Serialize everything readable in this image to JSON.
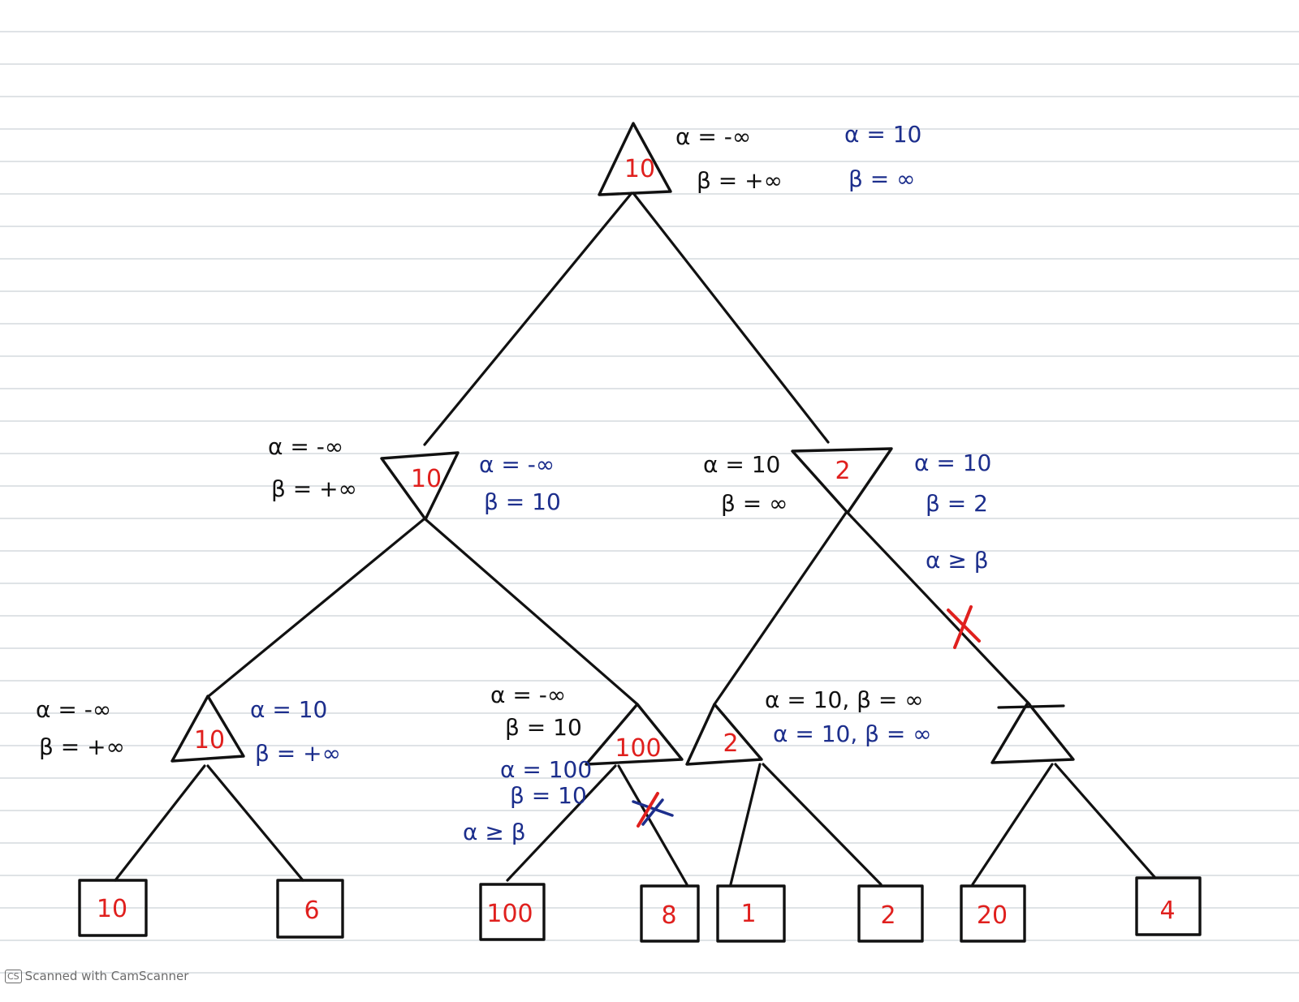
{
  "tree": {
    "root": {
      "value": "10",
      "alpha1": "α = -∞",
      "beta1": "β = +∞",
      "alpha2": "α = 10",
      "beta2": "β = ∞"
    },
    "min_left": {
      "value": "10",
      "alpha1": "α = -∞",
      "beta1": "β = +∞",
      "alpha2": "α = -∞",
      "beta2": "β = 10"
    },
    "min_right": {
      "value": "2",
      "alpha1": "α = 10",
      "beta1": "β = ∞",
      "alpha2": "α = 10",
      "beta2": "β = 2",
      "condition": "α ≥ β"
    },
    "max_1": {
      "value": "10",
      "alpha1": "α = -∞",
      "beta1": "β = +∞",
      "alpha2": "α = 10",
      "beta2": "β = +∞"
    },
    "max_2": {
      "value": "100",
      "alpha1": "α = -∞",
      "beta1": "β = 10",
      "alpha2": "α = 100",
      "beta2": "β = 10",
      "condition": "α ≥ β"
    },
    "max_3": {
      "value": "2",
      "note1": "α = 10, β = ∞",
      "note2": "α = 10, β = ∞"
    },
    "max_4": {
      "value": ""
    },
    "leaves": [
      "10",
      "6",
      "100",
      "8",
      "1",
      "2",
      "20",
      "4"
    ]
  },
  "colors": {
    "value": "#e0201e",
    "note": "#1c2e8c",
    "ink": "#111111"
  },
  "watermark": {
    "logo": "CS",
    "text": "Scanned with CamScanner"
  }
}
